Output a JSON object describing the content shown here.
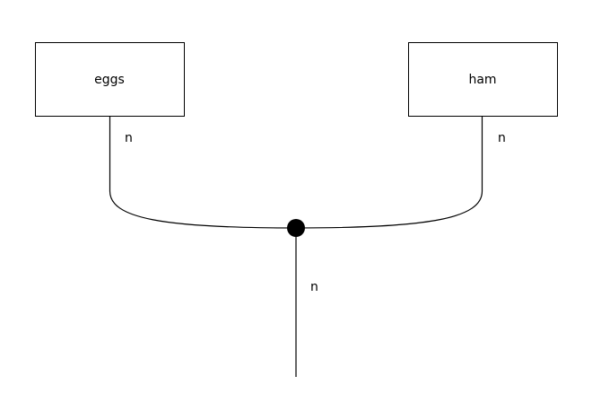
{
  "diagram": {
    "nodes": [
      {
        "id": "eggs",
        "label": "eggs"
      },
      {
        "id": "ham",
        "label": "ham"
      }
    ],
    "edges": [
      {
        "from": "eggs",
        "to": "junction",
        "label": "n"
      },
      {
        "from": "ham",
        "to": "junction",
        "label": "n"
      },
      {
        "from": "junction",
        "to": "output",
        "label": "n"
      }
    ],
    "colors": {
      "stroke": "#000000",
      "box_fill": "#ffffff",
      "junction_fill": "#000000",
      "background": "#ffffff"
    }
  }
}
